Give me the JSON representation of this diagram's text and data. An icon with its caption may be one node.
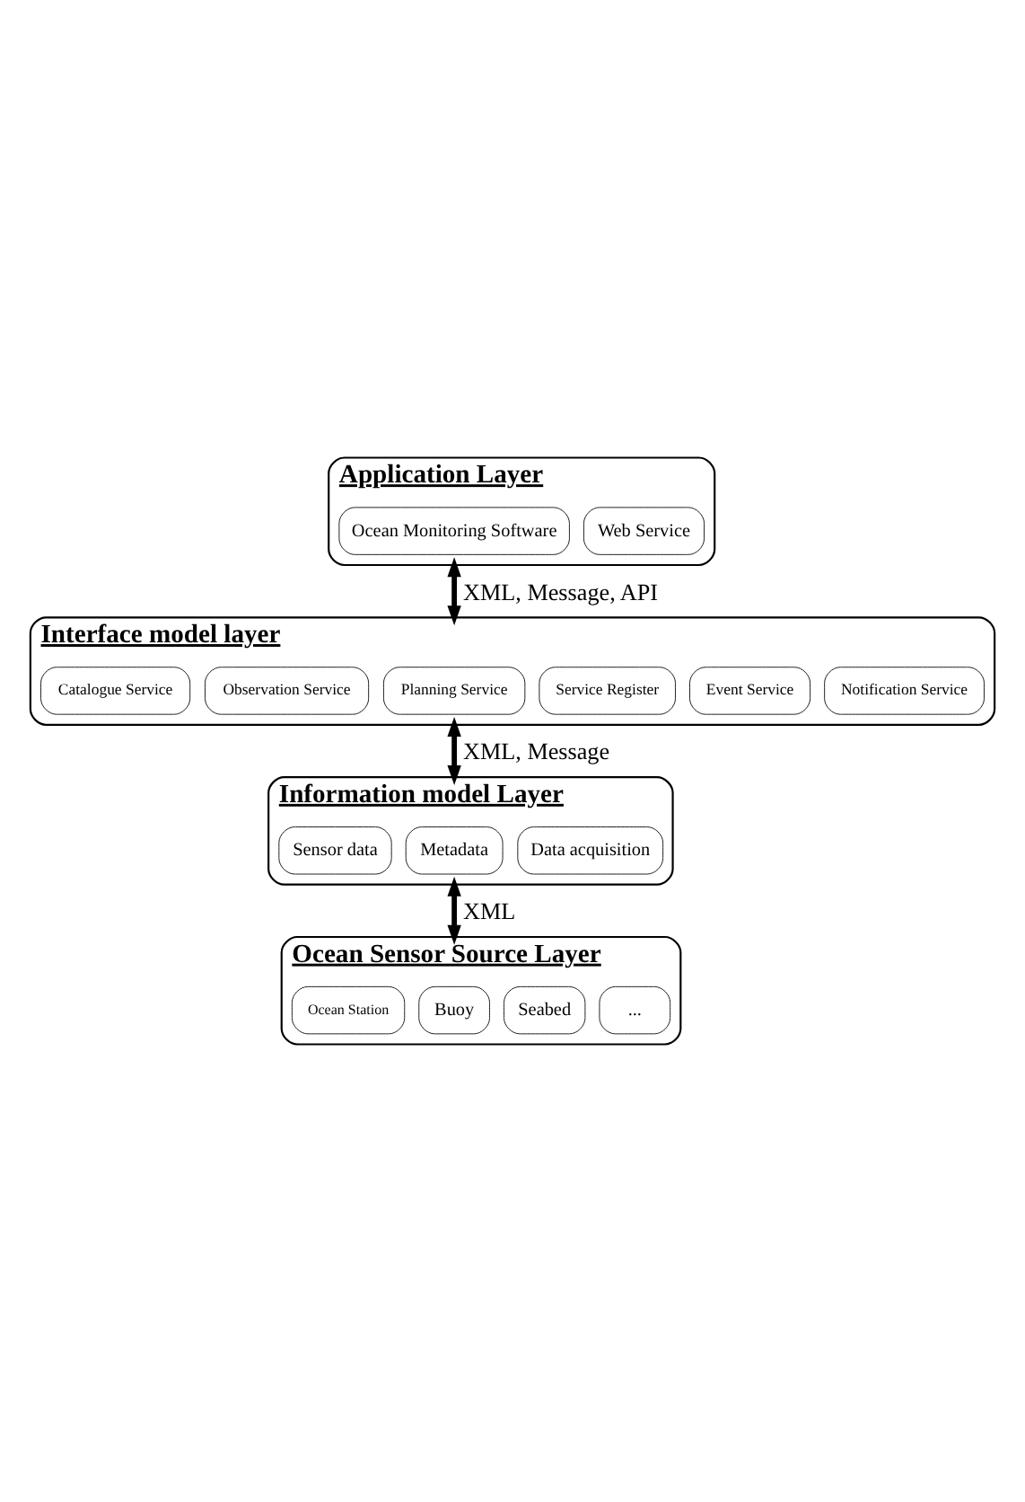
{
  "diagram": {
    "nodes": [
      {
        "text": [
          "Application Layer"
        ]
      },
      {
        "text": [
          "Ocean Monitoring Software"
        ],
        "in": 0
      },
      {
        "text": [
          "Web Service"
        ],
        "in": 0
      },
      {
        "text": [
          "Interface model layer"
        ]
      },
      {
        "text": [
          "Catalogue Service"
        ],
        "in": 3
      },
      {
        "text": [
          "Observation Service"
        ],
        "in": 3
      },
      {
        "text": [
          "Planning Service"
        ],
        "in": 3
      },
      {
        "text": [
          "Service Register"
        ],
        "in": 3
      },
      {
        "text": [
          "Event Service"
        ],
        "in": 3
      },
      {
        "text": [
          "Notification Service"
        ],
        "in": 3
      },
      {
        "text": [
          "Information model Layer"
        ]
      },
      {
        "text": [
          "Sensor data"
        ],
        "in": 10
      },
      {
        "text": [
          "Metadata"
        ],
        "in": 10
      },
      {
        "text": [
          "Data acquisition"
        ],
        "in": 10
      },
      {
        "text": [
          "Ocean Sensor Source Layer"
        ]
      },
      {
        "text": [
          "Ocean Station"
        ],
        "in": 14
      },
      {
        "text": [
          "Buoy"
        ],
        "in": 14
      },
      {
        "text": [
          "Seabed"
        ],
        "in": 14
      },
      {
        "text": [
          "..."
        ],
        "in": 14
      }
    ],
    "edges": [
      {
        "from": 0,
        "to": 3,
        "arrow": "both",
        "label": "XML, Message, API"
      },
      {
        "from": 3,
        "to": 10,
        "arrow": "both",
        "label": "XML, Message"
      },
      {
        "from": 10,
        "to": 14,
        "arrow": "both",
        "label": "XML"
      }
    ]
  }
}
